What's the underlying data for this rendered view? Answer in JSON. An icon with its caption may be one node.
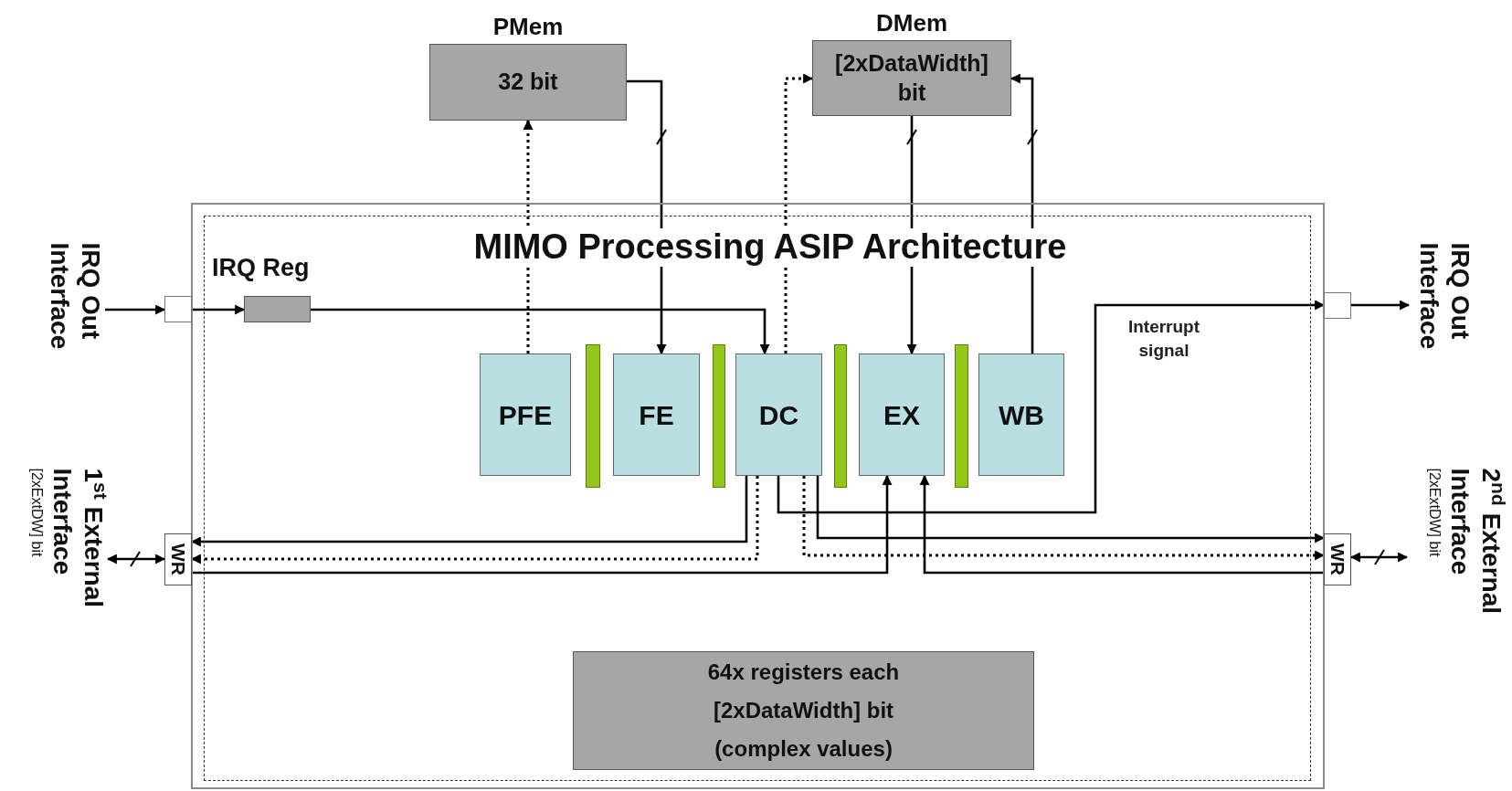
{
  "diagram": {
    "nodes": [
      {
        "text": [
          "PMem",
          "32 bit"
        ]
      },
      {
        "text": [
          "DMem",
          "[2xDataWidth] bit"
        ]
      },
      {
        "text": [
          "MIMO Processing ASIP Architecture"
        ]
      },
      {
        "text": [],
        "shape": "box",
        "in": 2,
        "beside": [
          "IRQ Reg"
        ]
      },
      {
        "text": [
          "PFE"
        ],
        "in": 2
      },
      {
        "text": [
          "FE"
        ],
        "in": 2
      },
      {
        "text": [
          "DC"
        ],
        "in": 2
      },
      {
        "text": [
          "EX"
        ],
        "in": 2
      },
      {
        "text": [
          "WB"
        ],
        "in": 2
      },
      {
        "text": [
          "64x registers each [2xDataWidth] bit (complex values)"
        ],
        "in": 2
      },
      {
        "text": [],
        "shape": "box"
      },
      {
        "text": [],
        "shape": "box"
      },
      {
        "text": [
          "WR"
        ]
      },
      {
        "text": [
          "WR"
        ]
      },
      {
        "text": [
          "IRQ Out Interface"
        ]
      },
      {
        "text": [
          "IRQ Out Interface"
        ]
      },
      {
        "text": [
          "1$^{st}$ External Interface",
          "[2xExtDW] bit"
        ]
      },
      {
        "text": [
          "2$^{nd}$ External Interface",
          "[2xExtDW] bit"
        ]
      },
      {
        "text": [],
        "shape": "bar",
        "in": 2
      },
      {
        "text": [],
        "shape": "bar",
        "in": 2
      },
      {
        "text": [],
        "shape": "bar",
        "in": 2
      },
      {
        "text": [],
        "shape": "bar",
        "in": 2
      }
    ],
    "edges": [
      {
        "from": 4,
        "to": 0,
        "arrow": "to",
        "style": "dashed"
      },
      {
        "from": 0,
        "to": 5,
        "arrow": "to"
      },
      {
        "from": 3,
        "to": 6,
        "arrow": "to"
      },
      {
        "from": 6,
        "to": 1,
        "arrow": "to",
        "style": "dashed"
      },
      {
        "from": 1,
        "to": 7,
        "arrow": "to"
      },
      {
        "from": 8,
        "to": 1,
        "arrow": "to"
      },
      {
        "from": 14,
        "to": 10,
        "arrow": "to"
      },
      {
        "from": 10,
        "to": 3,
        "arrow": "to"
      },
      {
        "from": 6,
        "to": 11,
        "arrow": "to",
        "label": "Interrupt signal"
      },
      {
        "from": 11,
        "to": 15,
        "arrow": "to"
      },
      {
        "from": 6,
        "to": 12,
        "arrow": "to"
      },
      {
        "from": 6,
        "to": 12,
        "arrow": "to",
        "style": "dashed"
      },
      {
        "from": 12,
        "to": 7,
        "arrow": "to"
      },
      {
        "from": 6,
        "to": 13,
        "arrow": "to"
      },
      {
        "from": 6,
        "to": 13,
        "arrow": "to",
        "style": "dashed"
      },
      {
        "from": 13,
        "to": 7,
        "arrow": "to"
      },
      {
        "from": 16,
        "to": 12,
        "arrow": "both"
      },
      {
        "from": 13,
        "to": 17,
        "arrow": "both"
      }
    ]
  }
}
